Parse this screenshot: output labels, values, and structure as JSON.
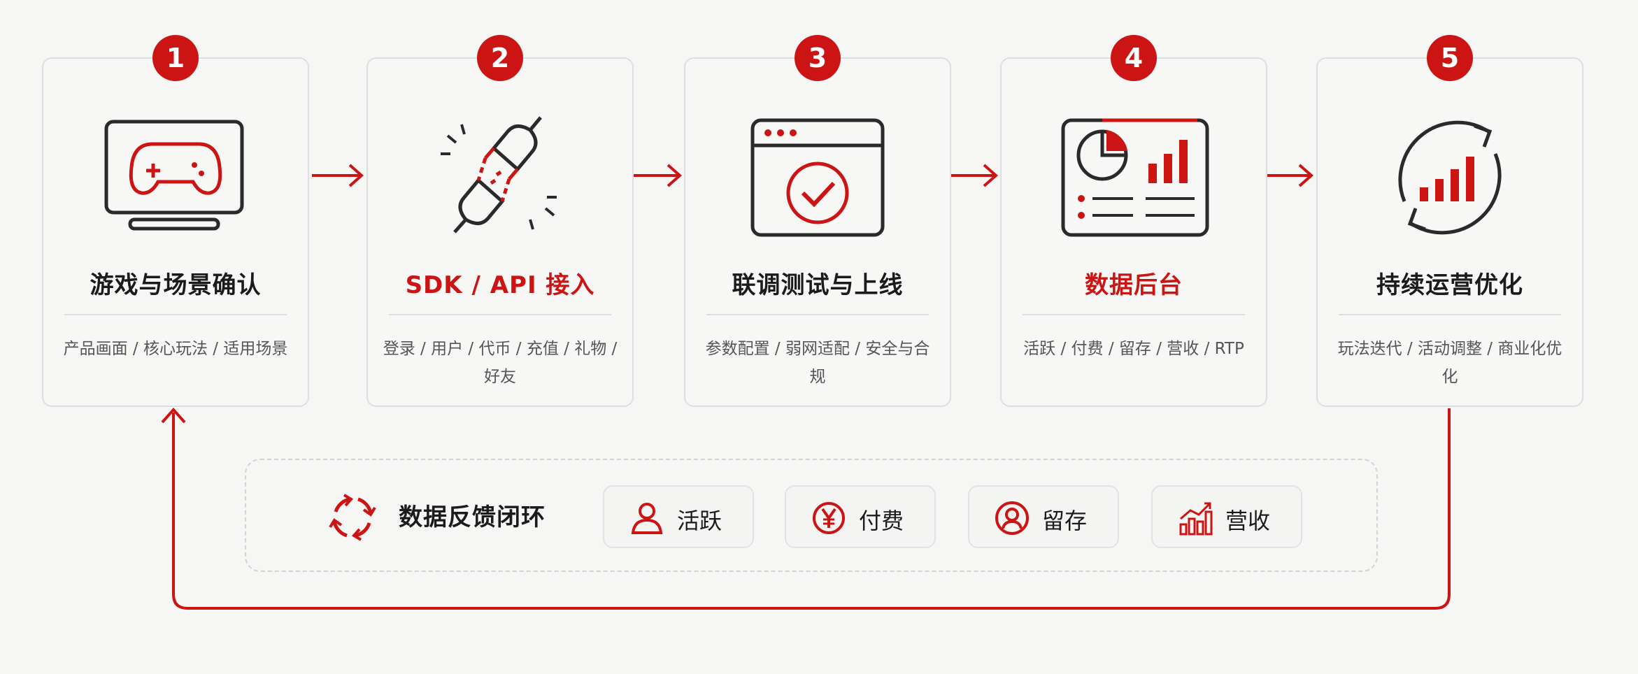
{
  "steps": [
    {
      "number": "1",
      "title": "游戏与场景确认",
      "desc": "产品画面 / 核心玩法 / 适用场景",
      "icon": "gamepad-monitor-icon"
    },
    {
      "number": "2",
      "title": "SDK / API 接入",
      "desc": "登录 / 用户 / 代币 / 充值 / 礼物 / 好友",
      "icon": "plug-connect-icon"
    },
    {
      "number": "3",
      "title": "联调测试与上线",
      "desc": "参数配置 / 弱网适配 / 安全与合规",
      "icon": "browser-check-icon"
    },
    {
      "number": "4",
      "title": "数据后台",
      "desc": "活跃 / 付费 / 留存 / 营收 / RTP",
      "icon": "dashboard-icon"
    },
    {
      "number": "5",
      "title": "持续运营优化",
      "desc": "玩法迭代 / 活动调整 / 商业化优化",
      "icon": "cycle-growth-icon"
    }
  ],
  "feedback": {
    "title": "数据反馈闭环",
    "metrics": [
      {
        "label": "活跃",
        "icon": "user-icon"
      },
      {
        "label": "付费",
        "icon": "yen-coin-icon"
      },
      {
        "label": "留存",
        "icon": "user-circle-icon"
      },
      {
        "label": "营收",
        "icon": "bar-growth-icon"
      }
    ]
  },
  "colors": {
    "accent": "#cc1414",
    "dark": "#2a2a2a",
    "background": "#f6f6f5",
    "border": "#dedede"
  }
}
